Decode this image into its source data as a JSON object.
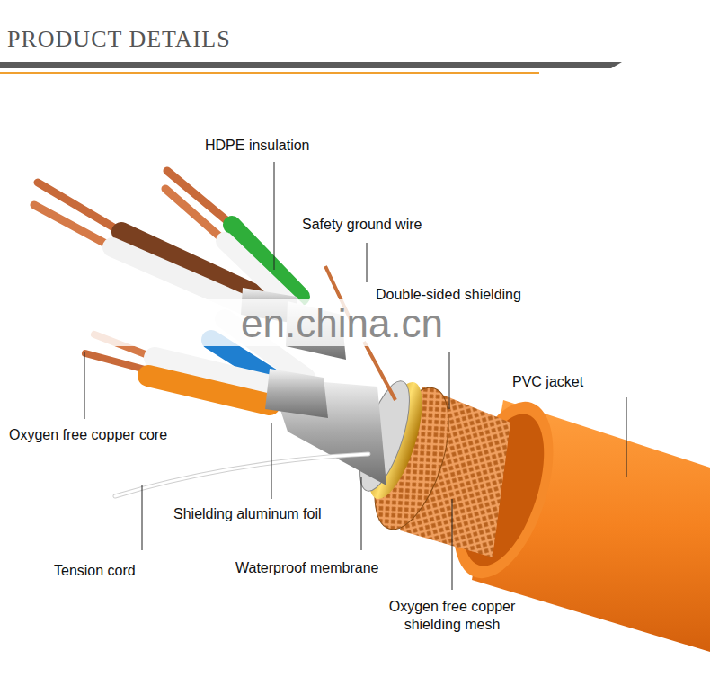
{
  "diagram": {
    "title": "PRODUCT DETAILS",
    "labels": [
      "HDPE insulation",
      "Safety ground wire",
      "Double-sided shielding",
      "en.china.cn",
      "PVC jacket",
      "Oxygen free copper core",
      "Shielding aluminum foil",
      "Tension cord",
      "Waterproof membrane",
      "Oxygen free copper shielding mesh"
    ]
  }
}
